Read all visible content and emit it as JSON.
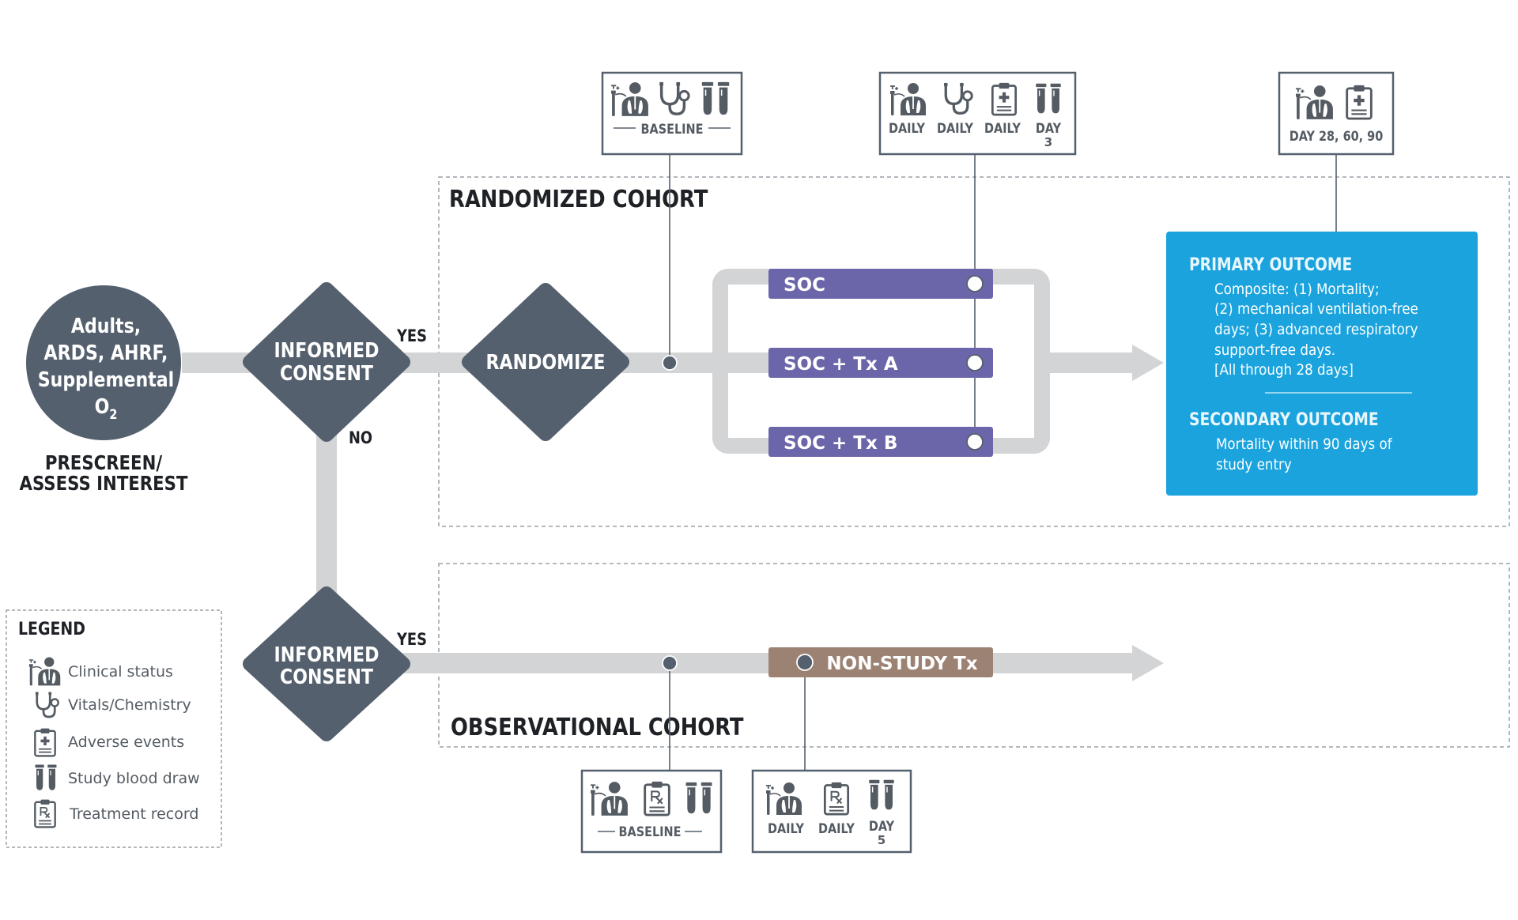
{
  "colors": {
    "slate": "#55606e",
    "flow_gray": "#d3d4d6",
    "treatment_purple": "#6a66a9",
    "nonstudy_brown": "#9c8273",
    "outcome_blue": "#1aa3dd",
    "text_dark": "#1e2125",
    "icon_gray": "#545b63"
  },
  "start": {
    "circle_lines": [
      "Adults,",
      "ARDS, AHRF,",
      "Supplemental"
    ],
    "o2_main": "O",
    "o2_sub": "2",
    "caption_lines": [
      "PRESCREEN/",
      "ASSESS INTEREST"
    ]
  },
  "consent_top": {
    "lines": [
      "INFORMED",
      "CONSENT"
    ],
    "yes_label": "YES",
    "no_label": "NO"
  },
  "consent_bottom": {
    "lines": [
      "INFORMED",
      "CONSENT"
    ],
    "yes_label": "YES"
  },
  "randomize_label": "RANDOMIZE",
  "randomized_cohort_title": "RANDOMIZED COHORT",
  "observational_cohort_title": "OBSERVATIONAL COHORT",
  "arms": [
    "SOC",
    "SOC + Tx A",
    "SOC + Tx B"
  ],
  "nonstudy_label": "NON-STUDY Tx",
  "assessments": {
    "rand_baseline": {
      "icons": [
        "clinical-status-icon",
        "vitals-chemistry-icon",
        "study-blood-draw-icon"
      ],
      "label": "BASELINE"
    },
    "rand_daily": {
      "icons": [
        "clinical-status-icon",
        "vitals-chemistry-icon",
        "adverse-events-icon",
        "study-blood-draw-icon"
      ],
      "labels": [
        "DAILY",
        "DAILY",
        "DAILY",
        "DAY"
      ],
      "day_number": "3"
    },
    "rand_followup": {
      "icons": [
        "clinical-status-icon",
        "adverse-events-icon"
      ],
      "label": "DAY 28, 60, 90"
    },
    "obs_baseline": {
      "icons": [
        "clinical-status-icon",
        "treatment-record-icon",
        "study-blood-draw-icon"
      ],
      "label": "BASELINE"
    },
    "obs_daily": {
      "icons": [
        "clinical-status-icon",
        "treatment-record-icon",
        "study-blood-draw-icon"
      ],
      "labels": [
        "DAILY",
        "DAILY",
        "DAY"
      ],
      "day_number": "5"
    }
  },
  "outcomes": {
    "primary_title": "PRIMARY OUTCOME",
    "primary_lines": [
      "Composite: (1) Mortality;",
      "(2) mechanical ventilation-free",
      "days; (3) advanced respiratory",
      "support-free days.",
      "[All through 28 days]"
    ],
    "secondary_title": "SECONDARY OUTCOME",
    "secondary_lines": [
      "Mortality within 90 days of",
      "study entry"
    ]
  },
  "legend": {
    "title": "LEGEND",
    "items": [
      {
        "icon": "clinical-status-icon",
        "label": "Clinical status"
      },
      {
        "icon": "vitals-chemistry-icon",
        "label": "Vitals/Chemistry"
      },
      {
        "icon": "adverse-events-icon",
        "label": "Adverse events"
      },
      {
        "icon": "study-blood-draw-icon",
        "label": "Study blood draw"
      },
      {
        "icon": "treatment-record-icon",
        "label": "Treatment record"
      }
    ]
  }
}
